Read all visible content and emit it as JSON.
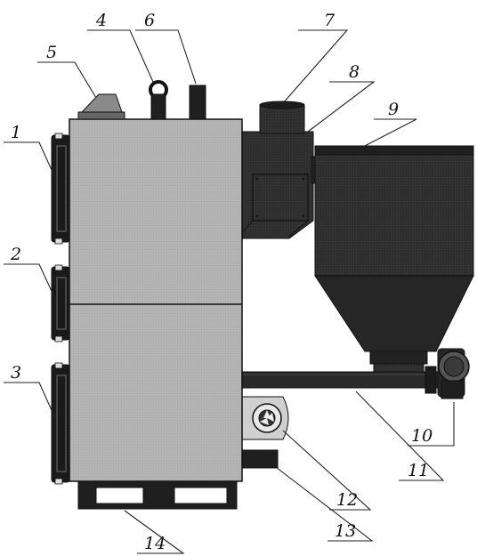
{
  "labels": [
    "1",
    "2",
    "3",
    "4",
    "5",
    "6",
    "7",
    "8",
    "9",
    "10",
    "11",
    "12",
    "13",
    "14"
  ],
  "colors": {
    "background": "#ffffff",
    "body_panel": "#b4b4b4",
    "dark_steel": "#2e2e2e",
    "darker_steel": "#1f1f1f",
    "outline": "#111111"
  }
}
